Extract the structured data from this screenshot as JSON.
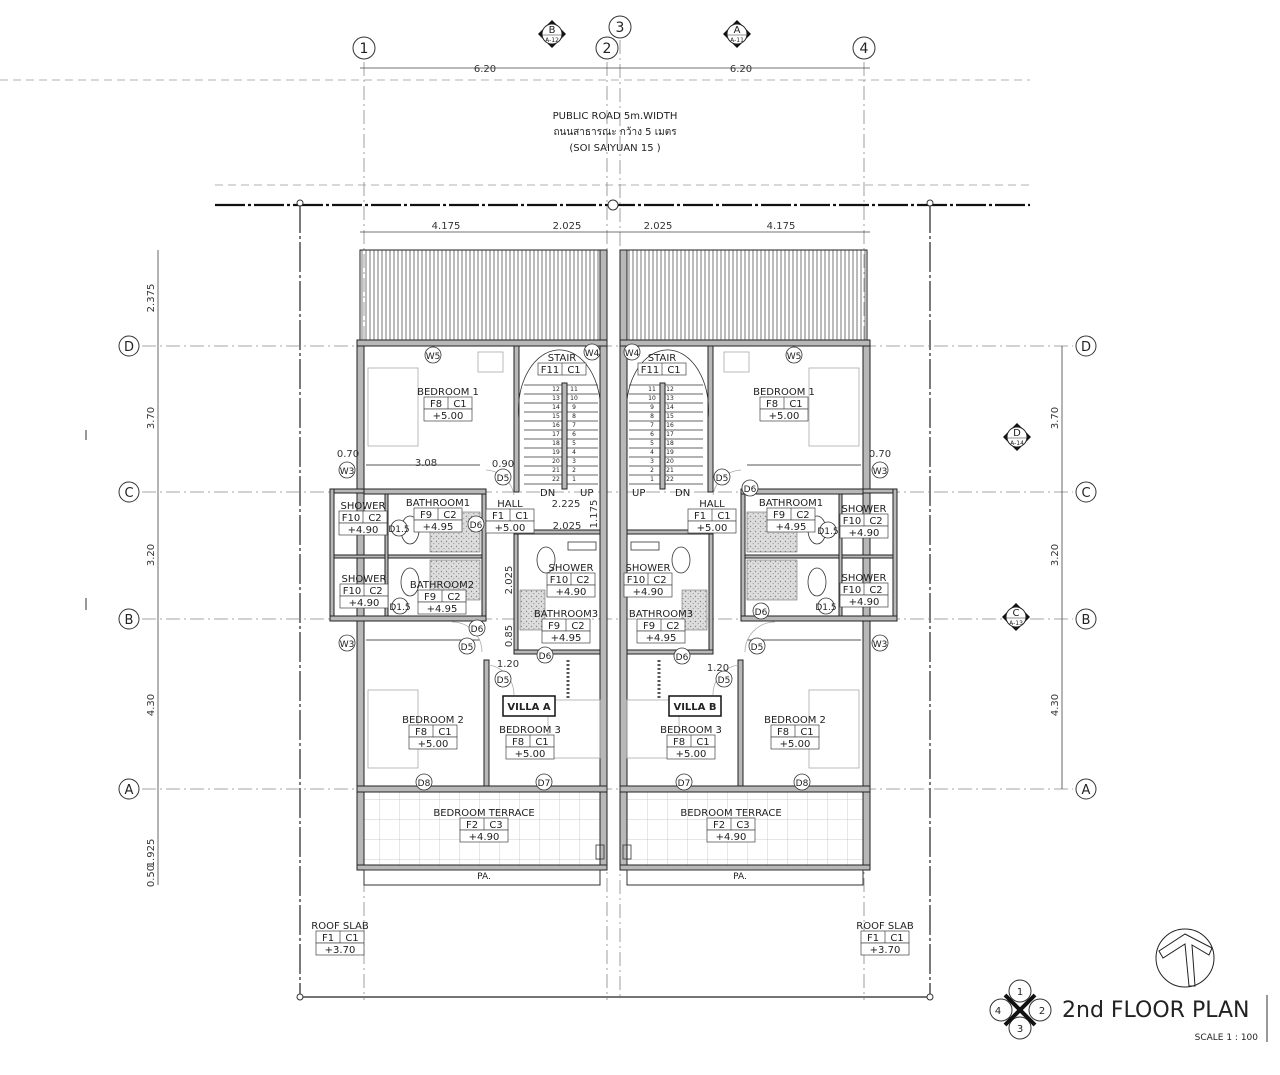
{
  "road": {
    "line1": "PUBLIC ROAD 5m.WIDTH",
    "line2": "ถนนสาธารณะ กว้าง 5 เมตร",
    "line3": "(SOI SAIYUAN 15 )"
  },
  "grid": {
    "columns": [
      "1",
      "2",
      "3",
      "4"
    ],
    "rows": [
      "D",
      "C",
      "B",
      "A"
    ]
  },
  "sections": [
    {
      "id": "B",
      "sheet": "A-12"
    },
    {
      "id": "A",
      "sheet": "A-11"
    },
    {
      "id": "D",
      "sheet": "A-14"
    },
    {
      "id": "C",
      "sheet": "A-13"
    }
  ],
  "dimensions": {
    "top": [
      "6.20",
      "6.20"
    ],
    "second": [
      "4.175",
      "2.025",
      "2.025",
      "4.175"
    ],
    "left": [
      "2.375",
      "3.70",
      "3.20",
      "4.30",
      "1.925",
      "0.50"
    ],
    "right": [
      "3.70",
      "3.20",
      "4.30"
    ],
    "interior_a": [
      "0.70",
      "3.08",
      "0.90",
      "2.225",
      "2.025",
      "1.175",
      "2.025",
      "0.85",
      "1.20"
    ],
    "interior_b": [
      "0.70",
      "1.20"
    ]
  },
  "villa_a": {
    "label": "VILLA A",
    "pa": "PA.",
    "rooms": [
      {
        "name": "BEDROOM 1",
        "floor": "F8",
        "ceiling": "C1",
        "level": "+5.00"
      },
      {
        "name": "STAIR",
        "floor": "F11",
        "ceiling": "C1"
      },
      {
        "name": "HALL",
        "floor": "F1",
        "ceiling": "C1",
        "level": "+5.00"
      },
      {
        "name": "BATHROOM1",
        "floor": "F9",
        "ceiling": "C2",
        "level": "+4.95"
      },
      {
        "name": "SHOWER",
        "floor": "F10",
        "ceiling": "C2",
        "level": "+4.90"
      },
      {
        "name": "SHOWER",
        "floor": "F10",
        "ceiling": "C2",
        "level": "+4.90"
      },
      {
        "name": "BATHROOM2",
        "floor": "F9",
        "ceiling": "C2",
        "level": "+4.95"
      },
      {
        "name": "SHOWER",
        "floor": "F10",
        "ceiling": "C2",
        "level": "+4.90"
      },
      {
        "name": "BATHROOM3",
        "floor": "F9",
        "ceiling": "C2",
        "level": "+4.95"
      },
      {
        "name": "BEDROOM 2",
        "floor": "F8",
        "ceiling": "C1",
        "level": "+5.00"
      },
      {
        "name": "BEDROOM 3",
        "floor": "F8",
        "ceiling": "C1",
        "level": "+5.00"
      },
      {
        "name": "BEDROOM TERRACE",
        "floor": "F2",
        "ceiling": "C3",
        "level": "+4.90"
      }
    ],
    "openings": [
      "W5",
      "W4",
      "W3",
      "W3",
      "D5",
      "D5",
      "D5",
      "D6",
      "D6",
      "D6",
      "D1.5",
      "D1.5",
      "D7",
      "D8"
    ],
    "stair": {
      "down": "DN",
      "up": "UP"
    }
  },
  "villa_b": {
    "label": "VILLA B",
    "pa": "PA.",
    "rooms": [
      {
        "name": "BEDROOM 1",
        "floor": "F8",
        "ceiling": "C1",
        "level": "+5.00"
      },
      {
        "name": "STAIR",
        "floor": "F11",
        "ceiling": "C1"
      },
      {
        "name": "HALL",
        "floor": "F1",
        "ceiling": "C1",
        "level": "+5.00"
      },
      {
        "name": "BATHROOM1",
        "floor": "F9",
        "ceiling": "C2",
        "level": "+4.95"
      },
      {
        "name": "SHOWER",
        "floor": "F10",
        "ceiling": "C2",
        "level": "+4.90"
      },
      {
        "name": "SHOWER",
        "floor": "F10",
        "ceiling": "C2",
        "level": "+4.90"
      },
      {
        "name": "SHOWER",
        "floor": "F10",
        "ceiling": "C2",
        "level": "+4.90"
      },
      {
        "name": "BATHROOM3",
        "floor": "F9",
        "ceiling": "C2",
        "level": "+4.95"
      },
      {
        "name": "BEDROOM 2",
        "floor": "F8",
        "ceiling": "C1",
        "level": "+5.00"
      },
      {
        "name": "BEDROOM 3",
        "floor": "F8",
        "ceiling": "C1",
        "level": "+5.00"
      },
      {
        "name": "BEDROOM TERRACE",
        "floor": "F2",
        "ceiling": "C3",
        "level": "+4.90"
      }
    ],
    "openings": [
      "W5",
      "W4",
      "W3",
      "W3",
      "D5",
      "D5",
      "D5",
      "D6",
      "D6",
      "D6",
      "D1.5",
      "D1.5",
      "D7",
      "D8"
    ],
    "stair": {
      "down": "DN",
      "up": "UP"
    }
  },
  "roof_slab": [
    {
      "name": "ROOF SLAB",
      "floor": "F1",
      "ceiling": "C1",
      "level": "+3.70"
    },
    {
      "name": "ROOF SLAB",
      "floor": "F1",
      "ceiling": "C1",
      "level": "+3.70"
    }
  ],
  "title": {
    "name": "2nd FLOOR PLAN",
    "scale": "SCALE   1 : 100"
  },
  "key": [
    "1",
    "2",
    "3",
    "4"
  ]
}
